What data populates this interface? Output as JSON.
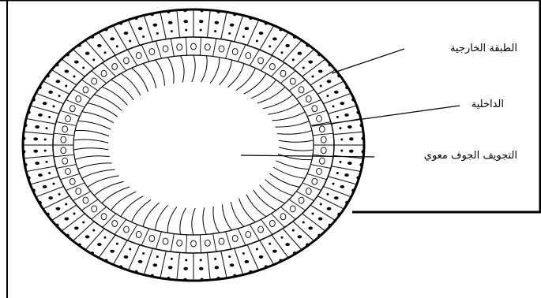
{
  "labels": {
    "outer_layer": "الطبقة الخارجية",
    "inner_layer": "الداخلية",
    "cavity": "التجويف الجوف معوي"
  },
  "colors": {
    "ink": "#000000",
    "background": "#ffffff"
  }
}
